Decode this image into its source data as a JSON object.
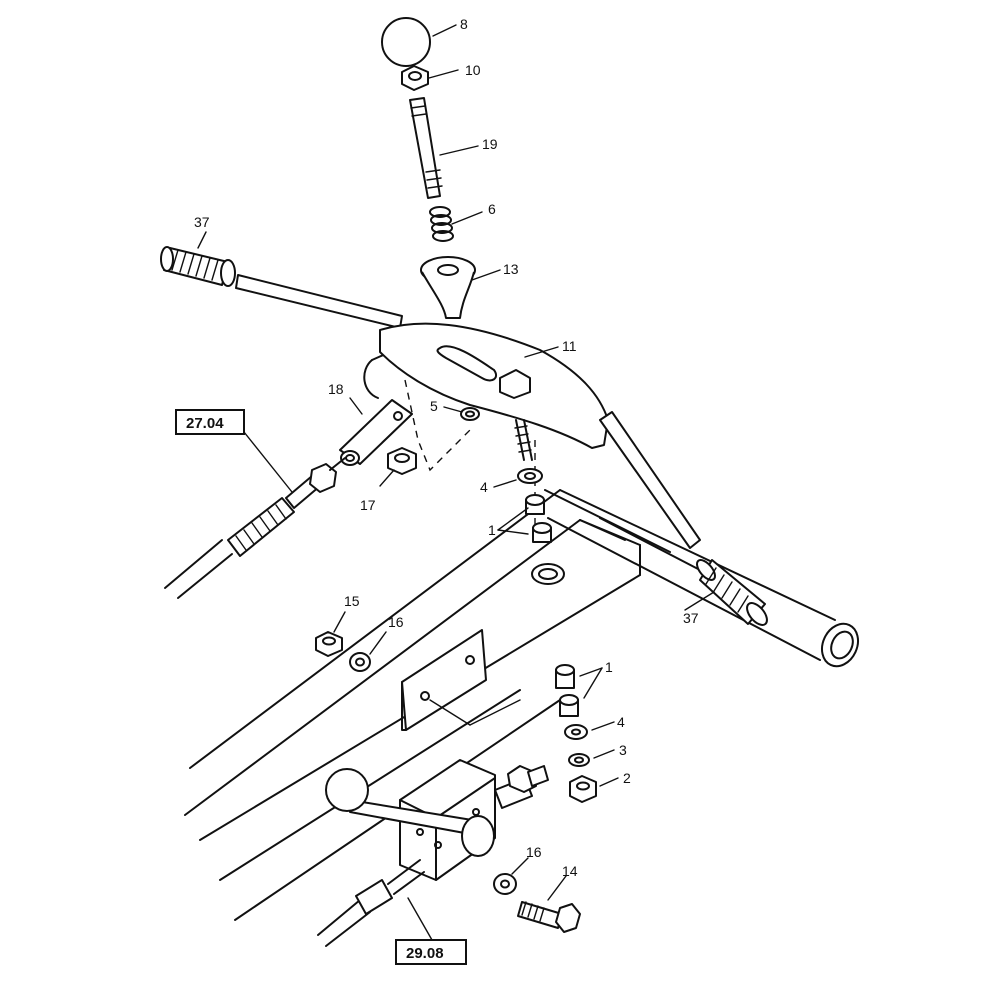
{
  "callouts": [
    {
      "id": "c8",
      "text": "8"
    },
    {
      "id": "c10",
      "text": "10"
    },
    {
      "id": "c19",
      "text": "19"
    },
    {
      "id": "c6",
      "text": "6"
    },
    {
      "id": "c37a",
      "text": "37"
    },
    {
      "id": "c13",
      "text": "13"
    },
    {
      "id": "c11",
      "text": "11"
    },
    {
      "id": "c18",
      "text": "18"
    },
    {
      "id": "c5",
      "text": "5"
    },
    {
      "id": "c17",
      "text": "17"
    },
    {
      "id": "c4a",
      "text": "4"
    },
    {
      "id": "c1a",
      "text": "1"
    },
    {
      "id": "c37b",
      "text": "37"
    },
    {
      "id": "c15",
      "text": "15"
    },
    {
      "id": "c16a",
      "text": "16"
    },
    {
      "id": "c1b",
      "text": "1"
    },
    {
      "id": "c4b",
      "text": "4"
    },
    {
      "id": "c3",
      "text": "3"
    },
    {
      "id": "c2",
      "text": "2"
    },
    {
      "id": "c16b",
      "text": "16"
    },
    {
      "id": "c14",
      "text": "14"
    }
  ],
  "references": [
    {
      "id": "r2704",
      "text": "27.04"
    },
    {
      "id": "r2908",
      "text": "29.08"
    }
  ]
}
